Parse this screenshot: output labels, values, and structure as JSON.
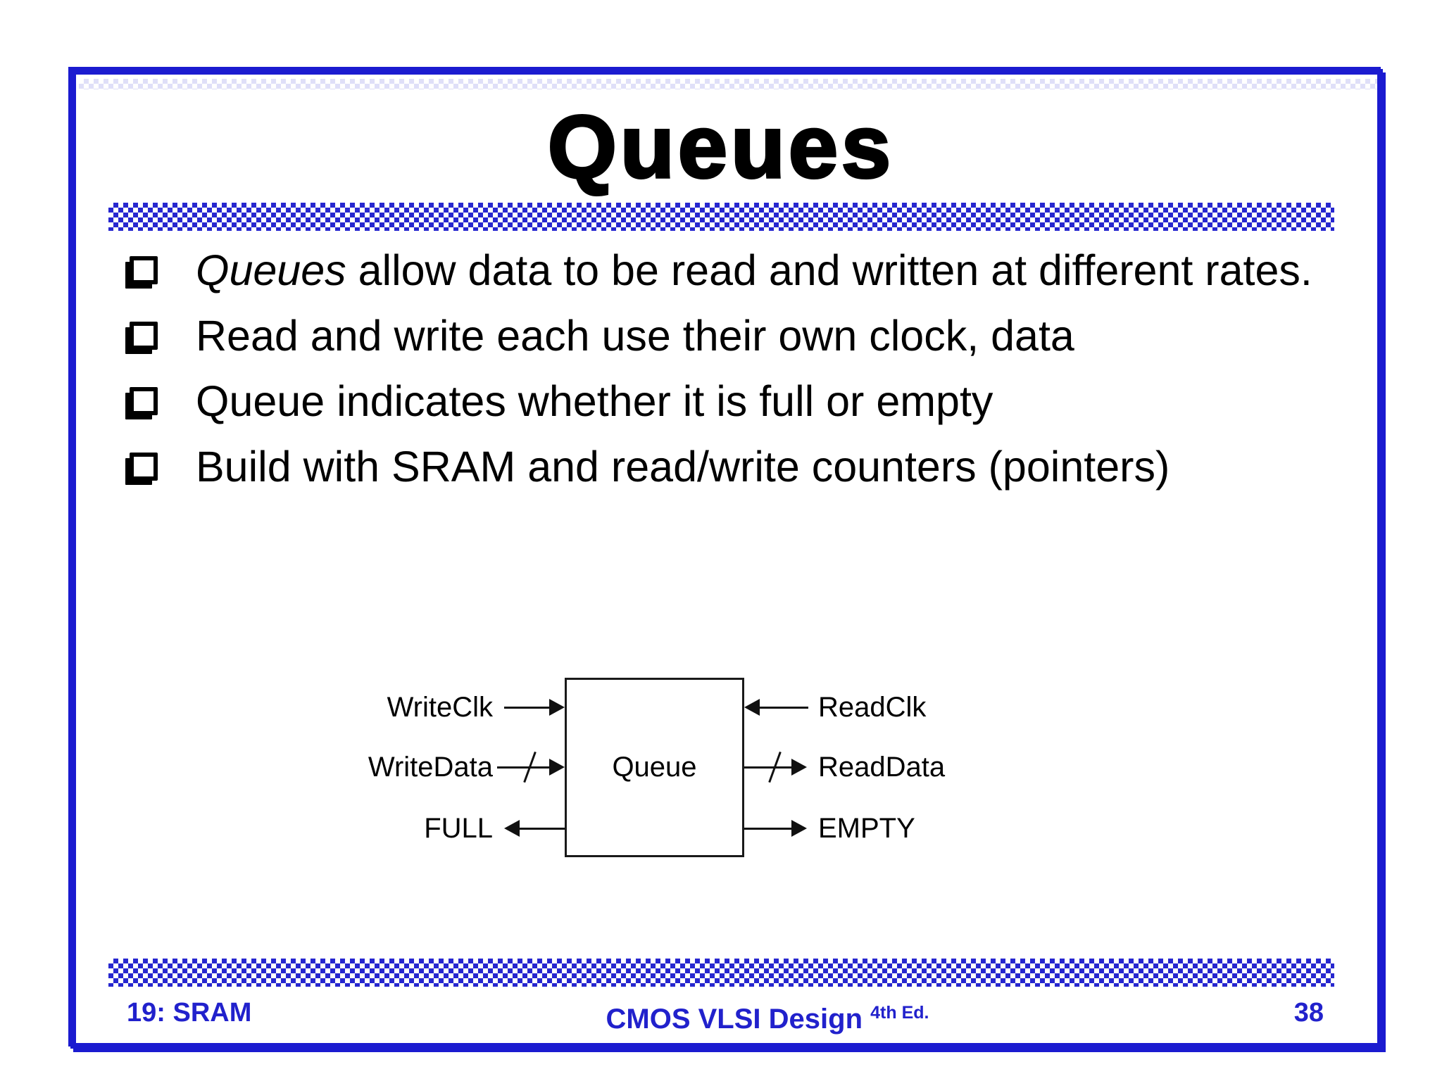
{
  "slide": {
    "title": "Queues",
    "bullets": [
      {
        "lead_italic": "Queues",
        "text": " allow data to be read and written at different rates."
      },
      {
        "lead_italic": "",
        "text": "Read and write each use their own clock, data"
      },
      {
        "lead_italic": "",
        "text": "Queue indicates whether it is full or empty"
      },
      {
        "lead_italic": "",
        "text": "Build with SRAM and read/write counters (pointers)"
      }
    ]
  },
  "diagram": {
    "box_label": "Queue",
    "left_ports": [
      {
        "label": "WriteClk",
        "direction": "in",
        "bus": false
      },
      {
        "label": "WriteData",
        "direction": "in",
        "bus": true
      },
      {
        "label": "FULL",
        "direction": "out",
        "bus": false
      }
    ],
    "right_ports": [
      {
        "label": "ReadClk",
        "direction": "in",
        "bus": false
      },
      {
        "label": "ReadData",
        "direction": "out",
        "bus": true
      },
      {
        "label": "EMPTY",
        "direction": "out",
        "bus": false
      }
    ]
  },
  "footer": {
    "left": "19: SRAM",
    "center": "CMOS VLSI Design",
    "center_superscript": "4th Ed.",
    "page_number": "38"
  },
  "colors": {
    "border_blue": "#1b1bd0",
    "checker_blue": "#2727cf",
    "footer_text_blue": "#2121cc",
    "body_text": "#000000"
  }
}
